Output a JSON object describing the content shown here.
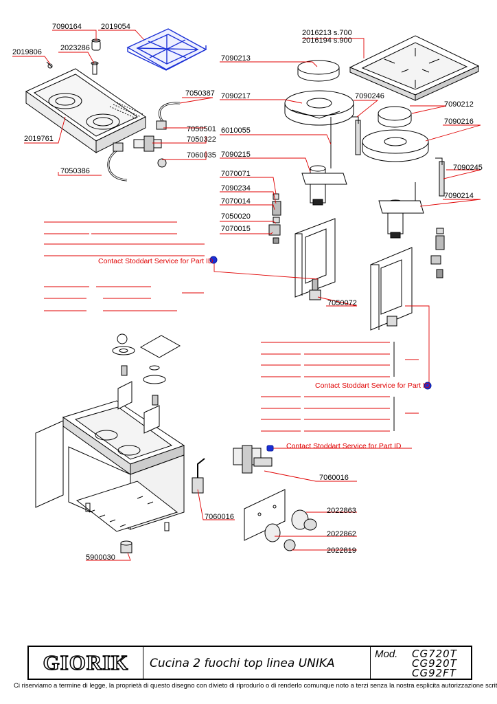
{
  "drawing": {
    "part_labels": [
      {
        "id": "p_7090164",
        "text": "7090164"
      },
      {
        "id": "p_2019054",
        "text": "2019054"
      },
      {
        "id": "p_2019806",
        "text": "2019806"
      },
      {
        "id": "p_2023286",
        "text": "2023286"
      },
      {
        "id": "p_2019761",
        "text": "2019761"
      },
      {
        "id": "p_7050387",
        "text": "7050387"
      },
      {
        "id": "p_7050501",
        "text": "7050501"
      },
      {
        "id": "p_7050322",
        "text": "7050322"
      },
      {
        "id": "p_7060035",
        "text": "7060035"
      },
      {
        "id": "p_7050386",
        "text": "7050386"
      },
      {
        "id": "p_2016213",
        "text": "2016213  s.700"
      },
      {
        "id": "p_2016194",
        "text": "2016194  s.900"
      },
      {
        "id": "p_7090213",
        "text": "7090213"
      },
      {
        "id": "p_7090217",
        "text": "7090217"
      },
      {
        "id": "p_7090246",
        "text": "7090246"
      },
      {
        "id": "p_7090212",
        "text": "7090212"
      },
      {
        "id": "p_6010055",
        "text": "6010055"
      },
      {
        "id": "p_7090216",
        "text": "7090216"
      },
      {
        "id": "p_7090215",
        "text": "7090215"
      },
      {
        "id": "p_7070071",
        "text": "7070071"
      },
      {
        "id": "p_7090245",
        "text": "7090245"
      },
      {
        "id": "p_7090234",
        "text": "7090234"
      },
      {
        "id": "p_7090214",
        "text": "7090214"
      },
      {
        "id": "p_7070014",
        "text": "7070014"
      },
      {
        "id": "p_7050020",
        "text": "7050020"
      },
      {
        "id": "p_7070015",
        "text": "7070015"
      },
      {
        "id": "p_7050072",
        "text": "7050072"
      },
      {
        "id": "p_7060016a",
        "text": "7060016"
      },
      {
        "id": "p_7060016b",
        "text": "7060016"
      },
      {
        "id": "p_2022863",
        "text": "2022863"
      },
      {
        "id": "p_2022862",
        "text": "2022862"
      },
      {
        "id": "p_2022819",
        "text": "2022819"
      },
      {
        "id": "p_5900030",
        "text": "5900030"
      }
    ],
    "service_notes": [
      {
        "id": "n1",
        "text": "Contact Stoddart Service for Part ID"
      },
      {
        "id": "n2",
        "text": "Contact Stoddart Service for Part ID"
      },
      {
        "id": "n3",
        "text": "Contact Stoddart Service for Part ID"
      }
    ],
    "colors": {
      "leader": "#e00000",
      "highlight": "#1a2fd6",
      "line": "#000000"
    }
  },
  "title_block": {
    "logo": "GIORIK",
    "description": "Cucina 2 fuochi top linea UNIKA",
    "model_label": "Mod.",
    "models": [
      "CG720T",
      "CG920T",
      "CG92FT"
    ]
  },
  "footer": "Ci riserviamo a termine di legge, la proprietà di questo disegno con divieto di riprodurlo o di renderlo comunque noto a terzi senza la nostra esplicita autorizzazione scritta"
}
